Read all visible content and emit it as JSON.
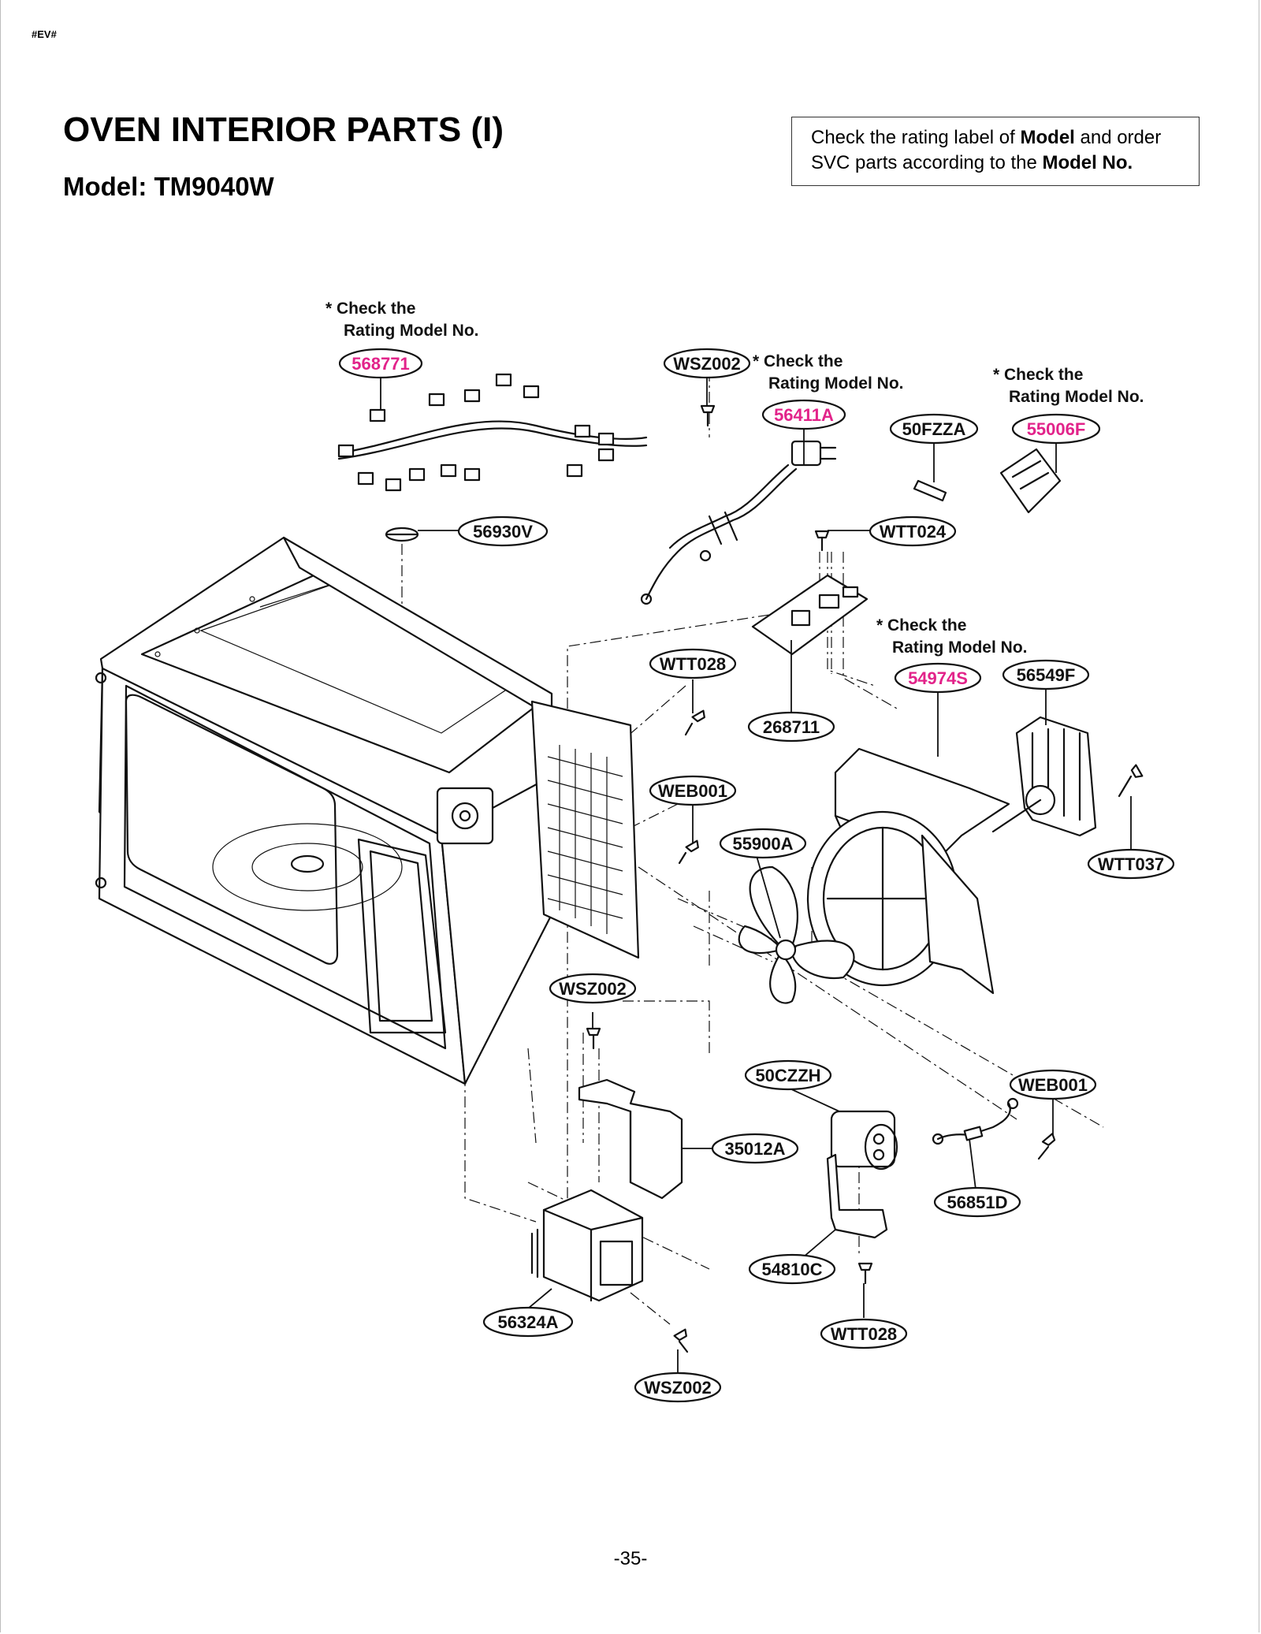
{
  "header": {
    "doc_code": "#EV#",
    "title": "OVEN INTERIOR PARTS (I)",
    "model_line": "Model: TM9040W"
  },
  "note": {
    "prefix": "Check the rating label of ",
    "bold1": "Model",
    "mid": " and order",
    "line2_prefix": "SVC parts according to the ",
    "bold2": "Model No."
  },
  "rating_notes": [
    {
      "line1": "* Check the",
      "line2": "Rating Model No."
    },
    {
      "line1": "* Check the",
      "line2": "Rating Model No."
    },
    {
      "line1": "* Check the",
      "line2": "Rating Model No."
    },
    {
      "line1": "* Check the",
      "line2": "Rating Model No."
    }
  ],
  "callouts": [
    {
      "code": "568771",
      "rating_check": true
    },
    {
      "code": "WSZ002",
      "rating_check": false
    },
    {
      "code": "56411A",
      "rating_check": true
    },
    {
      "code": "50FZZA",
      "rating_check": false
    },
    {
      "code": "55006F",
      "rating_check": true
    },
    {
      "code": "56930V",
      "rating_check": false
    },
    {
      "code": "WTT024",
      "rating_check": false
    },
    {
      "code": "WTT028",
      "rating_check": false
    },
    {
      "code": "268711",
      "rating_check": false
    },
    {
      "code": "54974S",
      "rating_check": true
    },
    {
      "code": "56549F",
      "rating_check": false
    },
    {
      "code": "WEB001",
      "rating_check": false
    },
    {
      "code": "55900A",
      "rating_check": false
    },
    {
      "code": "WTT037",
      "rating_check": false
    },
    {
      "code": "WSZ002",
      "rating_check": false
    },
    {
      "code": "50CZZH",
      "rating_check": false
    },
    {
      "code": "WEB001",
      "rating_check": false
    },
    {
      "code": "35012A",
      "rating_check": false
    },
    {
      "code": "56851D",
      "rating_check": false
    },
    {
      "code": "54810C",
      "rating_check": false
    },
    {
      "code": "56324A",
      "rating_check": false
    },
    {
      "code": "WTT028",
      "rating_check": false
    },
    {
      "code": "WSZ002",
      "rating_check": false
    }
  ],
  "colors": {
    "rating_check_code": "#e2238a",
    "standard_code": "#111111",
    "line": "#111111"
  },
  "footer": {
    "page_number": "-35-"
  }
}
